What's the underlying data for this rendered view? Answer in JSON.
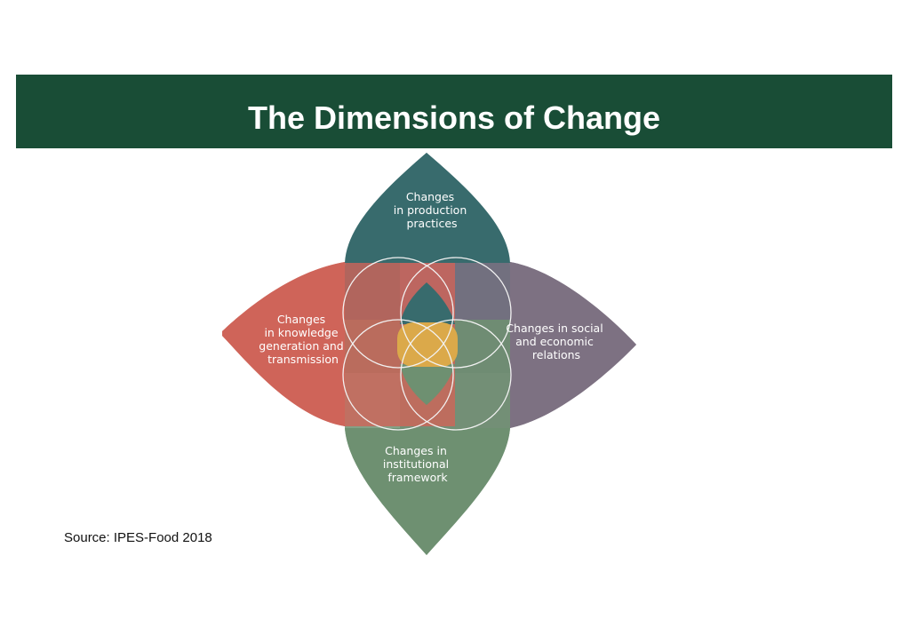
{
  "header": {
    "title": "The Dimensions of Change"
  },
  "diagram": {
    "colors": {
      "production": "#386b6d",
      "knowledge": "#cf6459",
      "social": "#7d7182",
      "institutional": "#6e9071",
      "center": "#dba94a",
      "banner": "#194d36"
    },
    "petals": {
      "production": [
        "Changes",
        "in production",
        "practices"
      ],
      "knowledge": [
        "Changes",
        "in knowledge",
        "generation and",
        "transmission"
      ],
      "social": [
        "Changes in social",
        "and economic",
        "relations"
      ],
      "institutional": [
        "Changes in",
        "institutional",
        "framework"
      ]
    }
  },
  "footer": {
    "source": "Source: IPES-Food 2018"
  }
}
